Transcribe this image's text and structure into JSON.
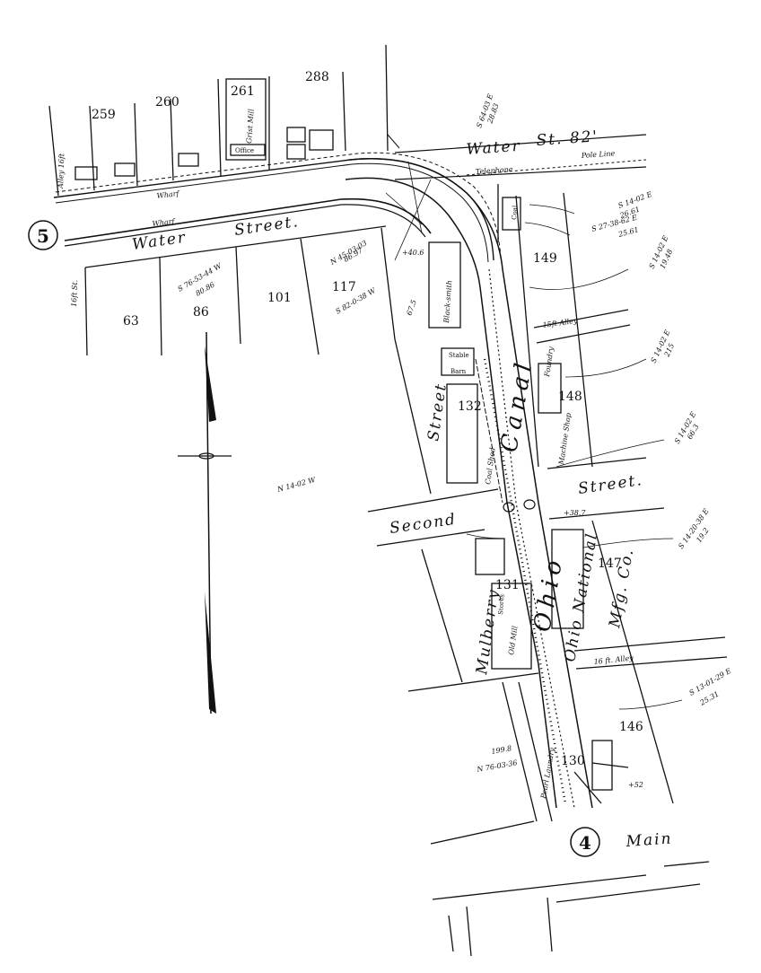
{
  "streets": {
    "water_top": "Water",
    "water_top_st": "St. 82'",
    "pole_line": "Pole Line",
    "telephone": "Telephone",
    "wharf_top": "Wharf",
    "wharf_bottom": "Wharf",
    "water_street": "Water",
    "water_street_word": "Street.",
    "street_vertical": "Street",
    "second": "Second",
    "second_street": "Street.",
    "mulberry": "Mulberry",
    "main": "Main",
    "alley_top": "15ft Alley",
    "alley_bottom": "16 ft. Alley",
    "alley_left": "Alley 16ft",
    "eighth_st": "16ft St."
  },
  "canal": {
    "canal_word": "Canal",
    "ohio_word": "Ohio"
  },
  "markers": {
    "left": "5",
    "right": "4"
  },
  "lots": [
    "259",
    "260",
    "261",
    "288",
    "63",
    "86",
    "101",
    "117",
    "149",
    "148",
    "132",
    "131",
    "130",
    "146",
    "147"
  ],
  "buildings": {
    "grist_mill": "Grist Mill",
    "office": "Office",
    "foundry": "Foundry",
    "machine_shop": "Machine Shop",
    "coal_shed": "Coal Shed",
    "old_mill": "Old Mill",
    "laundry": "Pearl Laundry",
    "ohio_national": "Ohio National",
    "mfg_co": "Mfg. Co.",
    "stable": "Stable",
    "barn": "Barn",
    "blacksmith": "Black-smith",
    "coal": "Coal",
    "stores": "Stores"
  },
  "bearings": {
    "b1": "S 64-03 E",
    "b2": "28.83",
    "b3": "S 14-02 E",
    "b4": "26.61",
    "b5": "S 27-38-62 E",
    "b6": "25.61",
    "b7": "S 14-02 E",
    "b8": "19.48",
    "b9": "S 14-02 E",
    "b10": "215",
    "b11": "S 14-02 E",
    "b12": "66.3",
    "b13": "S 14-20-38 E",
    "b14": "19.2",
    "b15": "S 13-01-29 E",
    "b16": "25.31",
    "b17": "N 45-03-03",
    "b18": "86.97",
    "b19": "S 76-53-44 W",
    "b20": "80.86",
    "b21": "S 82-0-38 W",
    "b22": "N 14-02 W",
    "b23": "199.8",
    "b24": "N 76-03-36",
    "b25": "+38.7",
    "b26": "+52",
    "b27": "+40.6",
    "b28": "67.5"
  },
  "colors": {
    "ink": "#111111",
    "paper": "#ffffff"
  }
}
